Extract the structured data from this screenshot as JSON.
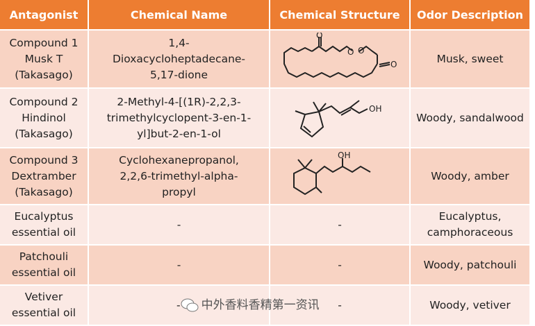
{
  "headers": [
    "Antagonist",
    "Chemical Name",
    "Chemical Structure",
    "Odor Description"
  ],
  "rows": [
    {
      "antagonist": [
        "Compound 1",
        "Musk T",
        "(Takasago)"
      ],
      "name": [
        "1,4-",
        "Dioxacycloheptadecane-",
        "5,17-dione"
      ],
      "structure": "musk-t-structure",
      "odor": "Musk, sweet"
    },
    {
      "antagonist": [
        "Compound 2",
        "Hindinol",
        "(Takasago)"
      ],
      "name": [
        "2-Methyl-4-[(1R)-2,2,3-",
        "trimethylcyclopent-3-en-1-",
        "yl]but-2-en-1-ol"
      ],
      "structure": "hindinol-structure",
      "odor": "Woody, sandalwood"
    },
    {
      "antagonist": [
        "Compound 3",
        "Dextramber",
        "(Takasago)"
      ],
      "name": [
        "Cyclohexanepropanol,",
        "2,2,6-trimethyl-alpha-",
        "propyl"
      ],
      "structure": "dextramber-structure",
      "odor": "Woody, amber"
    },
    {
      "antagonist": [
        "Eucalyptus",
        "essential oil"
      ],
      "name": [
        "-"
      ],
      "structure": "-",
      "odor": "Eucalyptus, camphoraceous"
    },
    {
      "antagonist": [
        "Patchouli",
        "essential oil"
      ],
      "name": [
        "-"
      ],
      "structure": "-",
      "odor": "Woody, patchouli"
    },
    {
      "antagonist": [
        "Vetiver",
        "essential oil"
      ],
      "name": [
        "-"
      ],
      "structure": "-",
      "odor": "Woody, vetiver"
    }
  ],
  "labels": {
    "o": "O",
    "oh": "OH"
  },
  "watermark": "中外香料香精第一资讯",
  "colors": {
    "header": "#ED7D31",
    "row_dark": "#F8D3C3",
    "row_light": "#FBE9E4"
  }
}
